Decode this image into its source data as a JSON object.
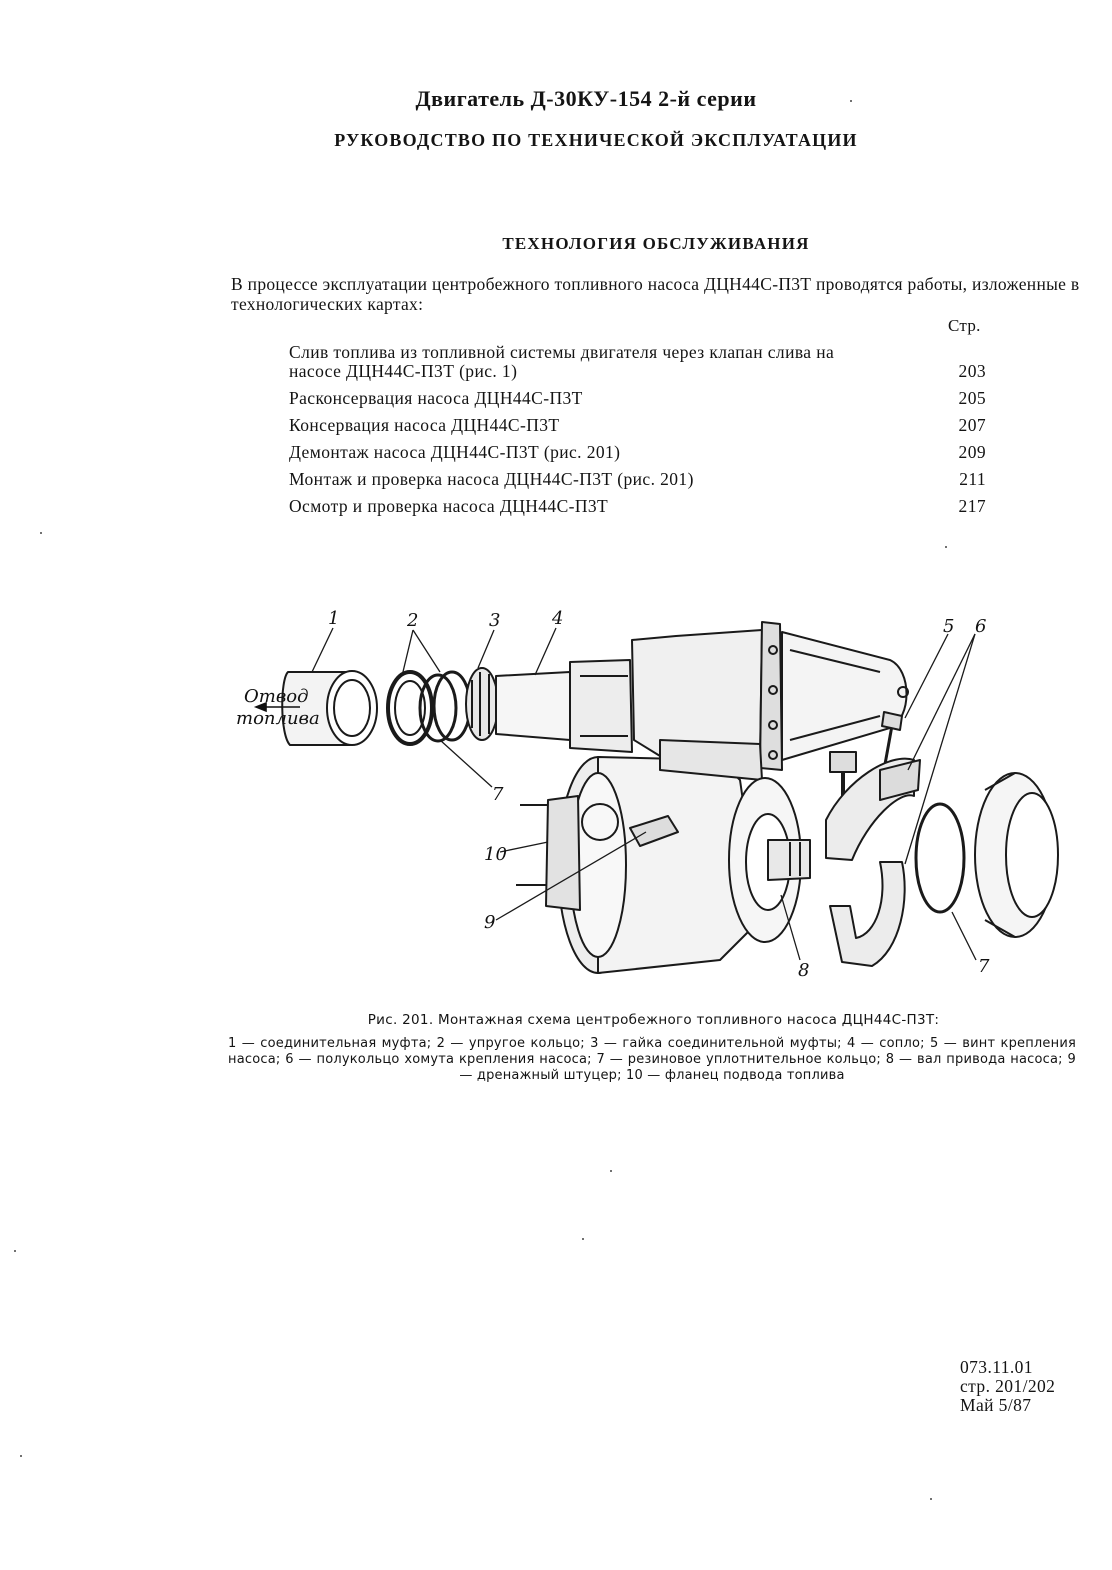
{
  "header": {
    "title": "Двигатель Д-30КУ-154 2-й серии",
    "subtitle": "РУКОВОДСТВО ПО ТЕХНИЧЕСКОЙ ЭКСПЛУАТАЦИИ"
  },
  "section": {
    "heading": "ТЕХНОЛОГИЯ ОБСЛУЖИВАНИЯ",
    "intro": "В процессе эксплуатации центробежного топливного насоса ДЦН44С-П3Т проводятся работы, изложенные в технологических картах:",
    "pages_header": "Стр."
  },
  "toc": [
    {
      "title": "Слив топлива из топливной системы двигателя через клапан слива на насосе ДЦН44С-П3Т (рис. 1)",
      "page": "203"
    },
    {
      "title": "Расконсервация насоса ДЦН44С-П3Т",
      "page": "205"
    },
    {
      "title": "Консервация насоса ДЦН44С-П3Т",
      "page": "207"
    },
    {
      "title": "Демонтаж насоса ДЦН44С-П3Т (рис. 201)",
      "page": "209"
    },
    {
      "title": "Монтаж и проверка насоса ДЦН44С-П3Т (рис. 201)",
      "page": "211"
    },
    {
      "title": "Осмотр и проверка насоса ДЦН44С-П3Т",
      "page": "217"
    }
  ],
  "figure": {
    "callouts": [
      "1",
      "2",
      "3",
      "4",
      "5",
      "6",
      "7",
      "7",
      "8",
      "9",
      "10"
    ],
    "inscription_line1": "Отвод",
    "inscription_line2": "топлива",
    "caption_title": "Рис. 201. Монтажная схема центробежного топливного насоса ДЦН44С-П3Т:",
    "caption_body": "1 — соединительная муфта; 2 — упругое кольцо; 3 — гайка соединительной муфты; 4 — сопло; 5 — винт крепления насоса; 6 — полукольцо хомута крепления насоса; 7 — резиновое уплотнительное кольцо; 8 — вал привода насоса; 9 — дренажный штуцер; 10 — фланец подвода топлива"
  },
  "footer": {
    "doc_code": "073.11.01",
    "page_ref": "стр. 201/202",
    "date": "Май 5/87"
  }
}
